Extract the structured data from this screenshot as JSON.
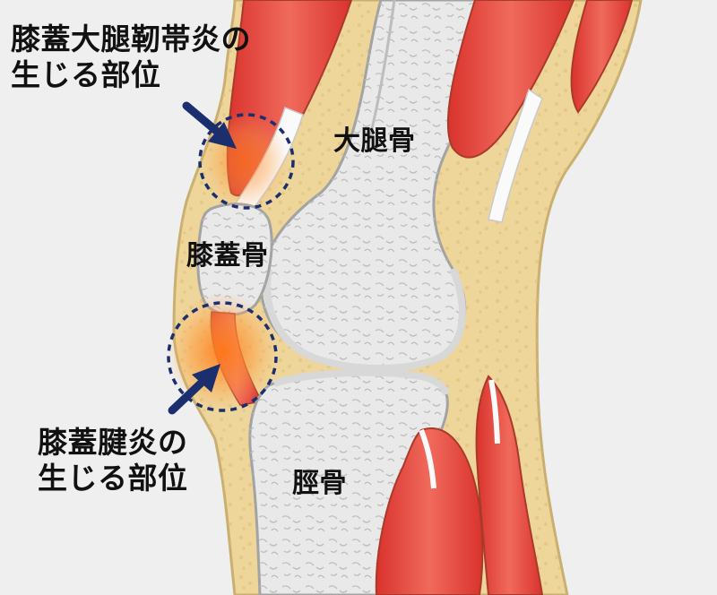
{
  "callouts": {
    "upper": {
      "line1": "膝蓋大腿靭帯炎の",
      "line2": "生じる部位"
    },
    "lower": {
      "line1": "膝蓋腱炎の",
      "line2": "生じる部位"
    }
  },
  "bones": {
    "femur": "大腿骨",
    "patella": "膝蓋骨",
    "tibia": "脛骨"
  },
  "colors": {
    "background": "#efefef",
    "skin": "#eed59a",
    "skin_outline": "#c9b071",
    "bone": "#e9e9e9",
    "bone_outline": "#a3a3a3",
    "muscle": "#e9443a",
    "tendon": "#fafafa",
    "inflammation": "#ff8a2a",
    "marker": "#1b2f6e"
  }
}
